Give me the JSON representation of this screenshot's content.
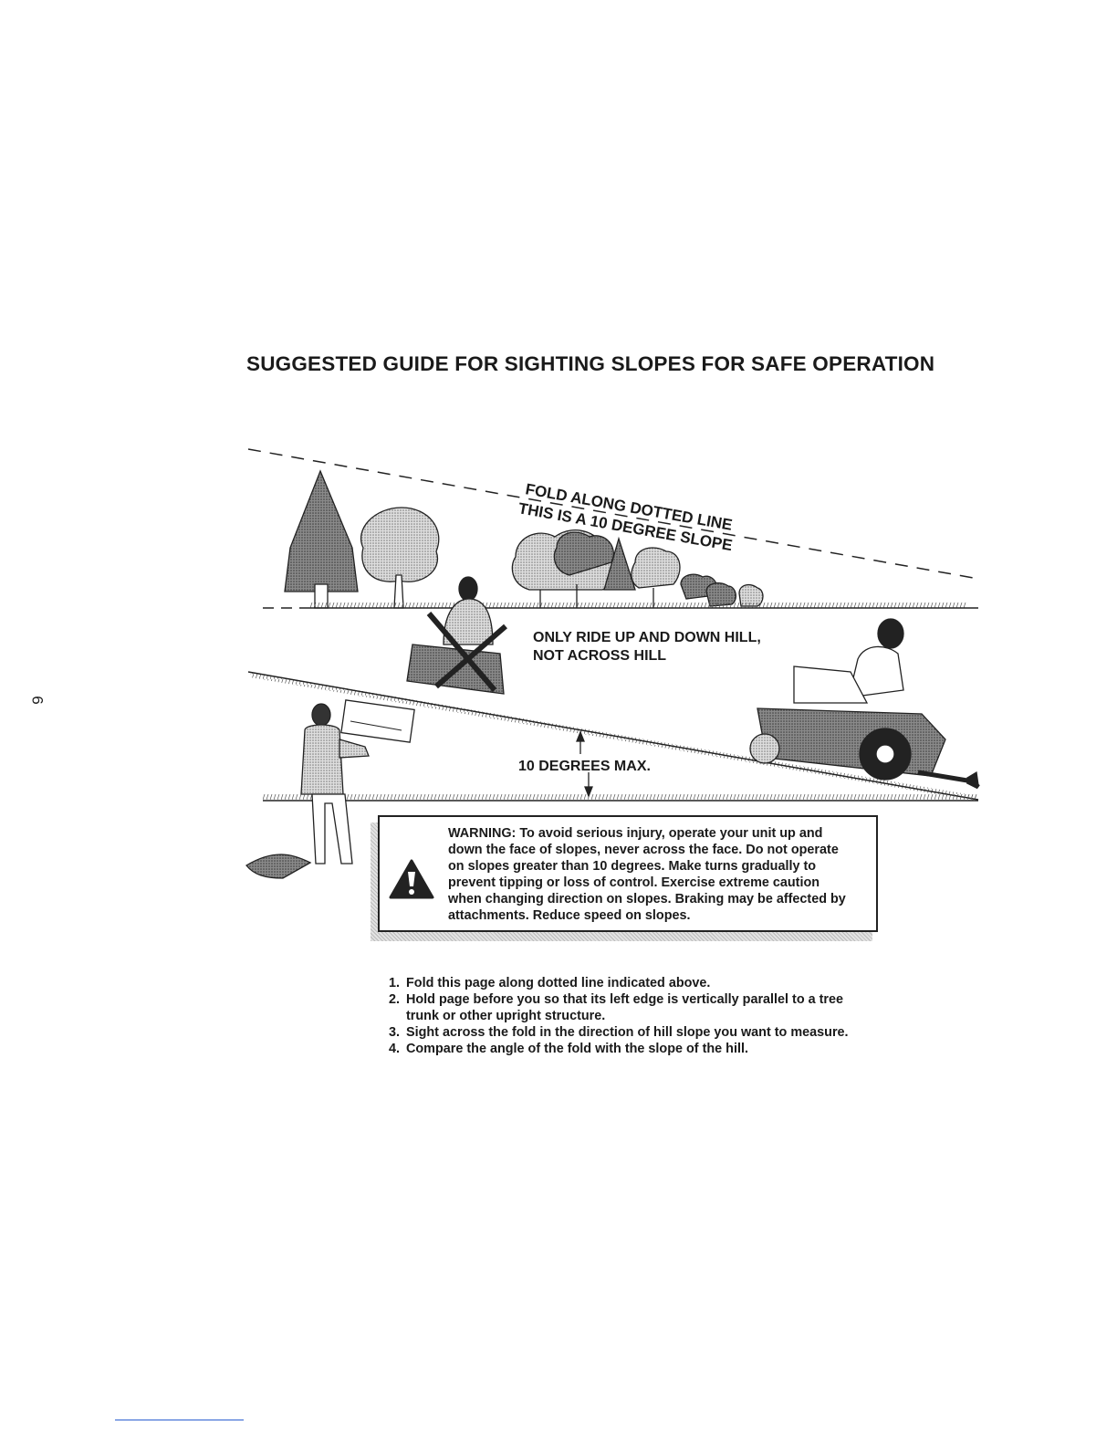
{
  "page_title": "SUGGESTED GUIDE FOR SIGHTING SLOPES FOR SAFE OPERATION",
  "page_number": "6",
  "fold_label_line1": "FOLD ALONG DOTTED LINE",
  "fold_label_line2": "THIS IS A 10 DEGREE SLOPE",
  "ride_instruction_line1": "ONLY RIDE UP AND DOWN HILL,",
  "ride_instruction_line2": "NOT ACROSS HILL",
  "max_slope_label": "10 DEGREES MAX.",
  "warning": {
    "icon": "warning-triangle-icon",
    "lines": [
      "WARNING: To avoid serious injury, operate your unit up and",
      "down the face of slopes, never across the face. Do not operate",
      "on slopes greater than 10 degrees. Make turns gradually to",
      "prevent tipping or loss of control. Exercise extreme caution",
      "when changing direction on slopes. Braking may be affected by",
      "attachments. Reduce speed on slopes."
    ]
  },
  "steps": [
    {
      "number": "1.",
      "text": "Fold this page along dotted line indicated above."
    },
    {
      "number": "2.",
      "text": "Hold page before you so that its left edge is vertically parallel to a tree"
    },
    {
      "number": "",
      "text": "trunk or other upright structure."
    },
    {
      "number": "3.",
      "text": "Sight across the fold in the direction of hill slope you want to measure."
    },
    {
      "number": "4.",
      "text": "Compare the angle of the fold with the slope of the hill."
    }
  ],
  "colors": {
    "ink": "#1a1a1a",
    "shade": "#b5b5b5",
    "footer_rule": "#2b5fd1"
  }
}
